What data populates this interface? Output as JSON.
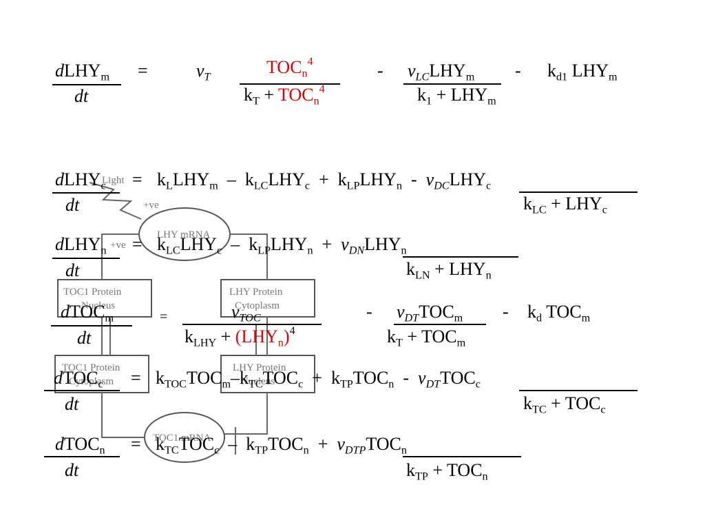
{
  "colors": {
    "highlight": "#e00000",
    "diagram_stroke": "#555555"
  },
  "diagram": {
    "light": "Light",
    "pos1": "+ve",
    "pos2": "+ve",
    "lhy_mrna": "LHY mRNA",
    "toc1_mrna": "TOC1 mRNA",
    "toc1_nucleus_1": "TOC1 Protein",
    "toc1_nucleus_2": "Nucleus",
    "lhy_cyto_1": "LHY Protein",
    "lhy_cyto_2": "Cytoplasm",
    "toc1_cyto_1": "TOC1 Protein",
    "toc1_cyto_2": "Cytoplasm",
    "lhy_nuc_1": "LHY Protein",
    "lhy_nuc_2": "Nucleus"
  },
  "eq1": {
    "d": "d",
    "lhs": "LHY",
    "lhs_sub": "m",
    "eq": "=",
    "dt": "dt",
    "v": "v",
    "v_sub": "T",
    "num": "TOC",
    "num_sub": "n",
    "num_sup": "4",
    "den_k": "k",
    "den_k_sub": "T",
    "den_plus": " + ",
    "den_toc": "TOC",
    "den_toc_sub": "n",
    "den_toc_sup": "4",
    "minus1": "-",
    "v2": "v",
    "v2_sub": "LC",
    "t2": "LHY",
    "t2_sub": "m",
    "den2_k": "k",
    "den2_k_sub": "1",
    "den2_rest": " + LHY",
    "den2_rest_sub": "m",
    "minus2": "-",
    "k3": "k",
    "k3_sub": "d1",
    "t3": " LHY",
    "t3_sub": "m"
  },
  "eq2": {
    "d": "d",
    "lhs": "LHY",
    "lhs_sub": "c",
    "eq": "=",
    "dt": "dt",
    "k1": "k",
    "k1_sub": "L",
    "t1": "LHY",
    "t1_sub": "m",
    "op1": "–",
    "k2": "k",
    "k2_sub": "LC",
    "t2": "LHY",
    "t2_sub": "c",
    "op2": "+",
    "k3": "k",
    "k3_sub": "LP",
    "t3": "LHY",
    "t3_sub": "n",
    "op3": "-",
    "v": "v",
    "v_sub": "DC",
    "t4": "LHY",
    "t4_sub": "c",
    "den_k": "k",
    "den_k_sub": "LC",
    "den_rest": " + LHY",
    "den_rest_sub": "c"
  },
  "eq3": {
    "d": "d",
    "lhs": "LHY",
    "lhs_sub": "n",
    "eq": "=",
    "dt": "dt",
    "k1": "k",
    "k1_sub": "LC",
    "t1": "LHY",
    "t1_sub": "c",
    "op1": "–",
    "k2": "k",
    "k2_sub": "LP",
    "t2": "LHY",
    "t2_sub": "n",
    "op2": "+",
    "v": "v",
    "v_sub": "DN",
    "t3": "LHY",
    "t3_sub": "n",
    "den_k": "k",
    "den_k_sub": "LN",
    "den_rest": " + LHY",
    "den_rest_sub": "n"
  },
  "eq4": {
    "d": "d",
    "lhs": "TOC",
    "lhs_sub": "m",
    "eq": "=",
    "dt": "dt",
    "v": "v",
    "v_sub": "TOC",
    "den_k": "k",
    "den_k_sub": "LHY",
    "den_plus": " + ",
    "den_red": "(LHY",
    "den_red_sub": "n",
    "den_red_close": ")",
    "den_red_sup": "4",
    "minus1": "-",
    "v2": "v",
    "v2_sub": "DT",
    "t2": "TOC",
    "t2_sub": "m",
    "den2_k": "k",
    "den2_k_sub": "T",
    "den2_rest": " + TOC",
    "den2_rest_sub": "m",
    "minus2": "-",
    "k3": "k",
    "k3_sub": "d",
    "t3": " TOC",
    "t3_sub": "m"
  },
  "eq5": {
    "d": "d",
    "lhs": "TOC",
    "lhs_sub": "c",
    "eq": "=",
    "dt": "dt",
    "k1": "k",
    "k1_sub": "TOC",
    "t1": "TOC",
    "t1_sub": "m",
    "op1": "–",
    "k2": "k",
    "k2_sub": "TC",
    "t2": "TOC",
    "t2_sub": "c",
    "op2": "+",
    "k3": "k",
    "k3_sub": "TP",
    "t3": "TOC",
    "t3_sub": "n",
    "op3": "-",
    "v": "v",
    "v_sub": "DT",
    "t4": "TOC",
    "t4_sub": "c",
    "den_k": "k",
    "den_k_sub": "TC",
    "den_rest": " + TOC",
    "den_rest_sub": "c"
  },
  "eq6": {
    "d": "d",
    "lhs": "TOC",
    "lhs_sub": "n",
    "eq": "=",
    "dt": "dt",
    "k1": "k",
    "k1_sub": "TC",
    "t1": "TOC",
    "t1_sub": "c",
    "op1": "–",
    "k2": "k",
    "k2_sub": "TP",
    "t2": "TOC",
    "t2_sub": "n",
    "op2": "+",
    "v": "v",
    "v_sub": "DTP",
    "t3": "TOC",
    "t3_sub": "n",
    "den_k": "k",
    "den_k_sub": "TP",
    "den_rest": " + TOC",
    "den_rest_sub": "n"
  }
}
